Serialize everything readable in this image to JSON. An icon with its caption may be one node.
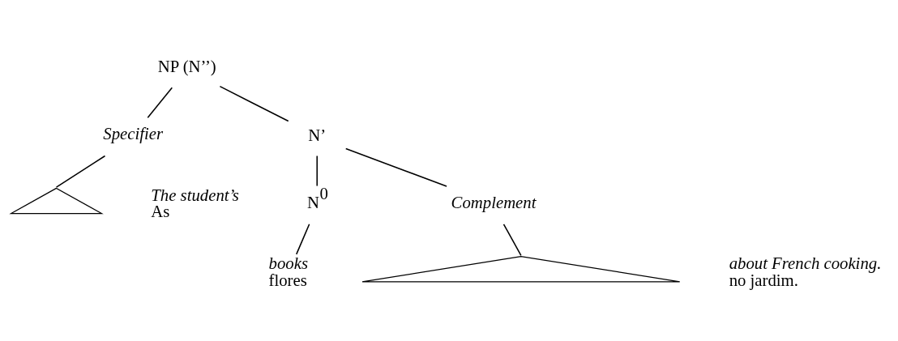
{
  "diagram": {
    "nodes": [
      {
        "text": [
          "NP (N’’)"
        ]
      },
      {
        "text": [
          "Specifier"
        ]
      },
      {
        "text": [
          "N’"
        ]
      },
      {
        "text": [],
        "shape": "triangle"
      },
      {
        "text": [
          "The student’s",
          "As"
        ]
      },
      {
        "text": [
          "N$^{0}$"
        ]
      },
      {
        "text": [
          "Complement"
        ]
      },
      {
        "text": [],
        "shape": "triangle"
      },
      {
        "text": [
          "books",
          "flores"
        ]
      },
      {
        "text": [
          "about French cooking.",
          "no jardim."
        ]
      }
    ],
    "edges": [
      {
        "from": 0,
        "to": 1,
        "arrow": "none"
      },
      {
        "from": 0,
        "to": 2,
        "arrow": "none"
      },
      {
        "from": 1,
        "to": 3,
        "arrow": "none"
      },
      {
        "from": 2,
        "to": 5,
        "arrow": "none"
      },
      {
        "from": 2,
        "to": 6,
        "arrow": "none"
      },
      {
        "from": 5,
        "to": 8,
        "arrow": "none"
      },
      {
        "from": 6,
        "to": 7,
        "arrow": "none"
      }
    ]
  }
}
